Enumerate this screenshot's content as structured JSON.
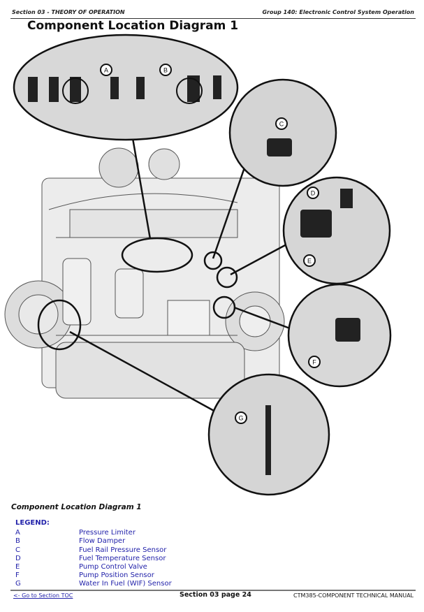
{
  "header": {
    "section": "Section 03 - THEORY OF OPERATION",
    "group": "Group 140: Electronic Control System Operation"
  },
  "title": "Component Location Diagram 1",
  "diagram": {
    "callouts": [
      "A",
      "B",
      "C",
      "D",
      "E",
      "F",
      "G"
    ]
  },
  "caption": "Component Location Diagram 1",
  "legend": {
    "heading": "LEGEND:",
    "items": [
      {
        "key": "A",
        "label": "Pressure Limiter"
      },
      {
        "key": "B",
        "label": "Flow Damper"
      },
      {
        "key": "C",
        "label": "Fuel Rail Pressure Sensor"
      },
      {
        "key": "D",
        "label": "Fuel Temperature Sensor"
      },
      {
        "key": "E",
        "label": "Pump Control Valve"
      },
      {
        "key": "F",
        "label": "Pump Position Sensor"
      },
      {
        "key": "G",
        "label": "Water In Fuel (WIF) Sensor"
      }
    ]
  },
  "footer": {
    "toc_link": "<- Go to Section TOC",
    "page": "Section 03 page 24",
    "manual": "CTM385-COMPONENT TECHNICAL MANUAL"
  }
}
